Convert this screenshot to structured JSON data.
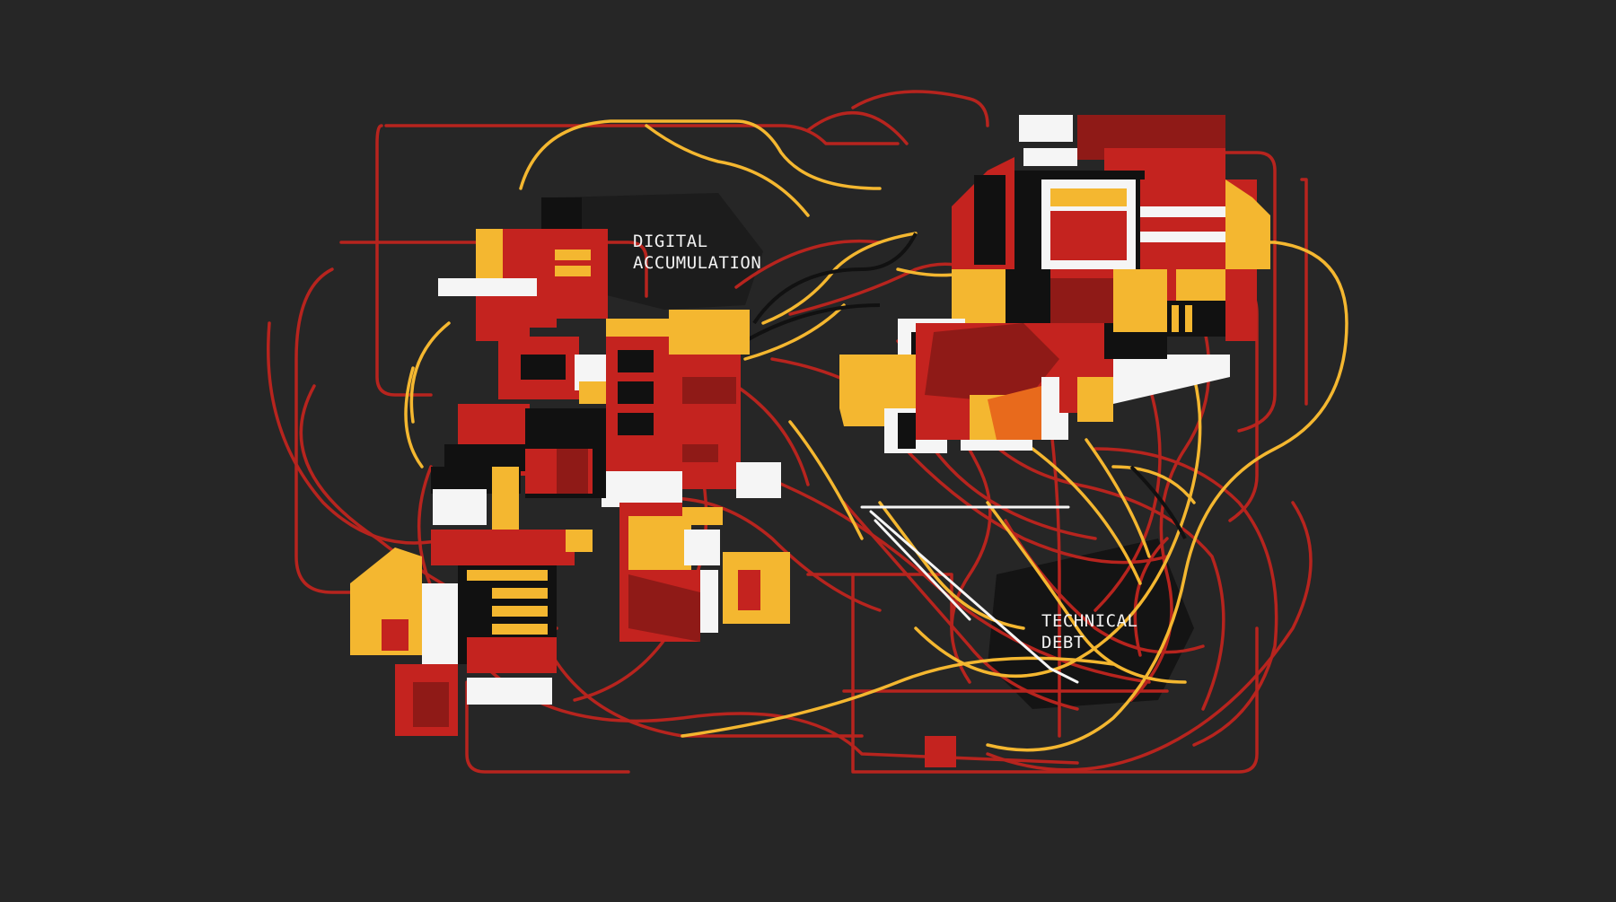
{
  "labels": {
    "digital_line1": "DIGITAL",
    "digital_line2": "ACCUMULATION",
    "debt_line1": "TECHNICAL",
    "debt_line2": "DEBT"
  },
  "colors": {
    "background": "#262626",
    "red": "#c4231f",
    "dark_red": "#8f1a17",
    "wire_red": "#b7241e",
    "yellow": "#f4b730",
    "orange": "#e86a1c",
    "white": "#f5f5f5",
    "black": "#111111"
  }
}
